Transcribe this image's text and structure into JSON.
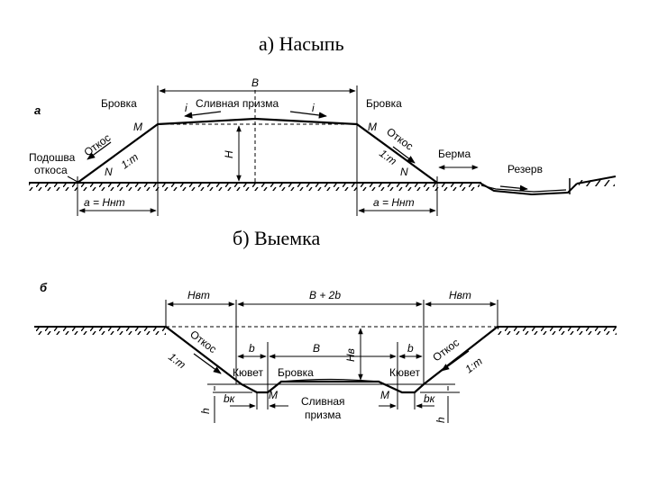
{
  "titles": {
    "embankment": "а) Насыпь",
    "cutting": "б) Выемка"
  },
  "embankment": {
    "fig_letter": "а",
    "top_width": "B",
    "drain_prism": "Сливная призма",
    "slope_sign": "i",
    "crest_left": "Бровка",
    "crest_right": "Бровка",
    "point_m": "M",
    "point_n": "N",
    "slope_left": "Откос",
    "slope_right": "Откос",
    "ratio_left": "1:m",
    "ratio_right": "1:m",
    "height": "H",
    "toe_line1": "Подошва",
    "toe_line2": "откоса",
    "berm": "Берма",
    "borrow_pit": "Резерв",
    "base_left": "a = Hнm",
    "base_right": "a = Hнm"
  },
  "cutting": {
    "fig_letter": "б",
    "top_left": "Hвm",
    "top_mid": "B + 2b",
    "top_right": "Hвm",
    "slope_left": "Откос",
    "slope_right": "Откос",
    "ratio_left": "1:m",
    "ratio_right": "1:m",
    "b_left": "b",
    "b_right": "b",
    "width_b": "B",
    "depth": "Hв",
    "ditch_left": "Кювет",
    "ditch_right": "Кювет",
    "crest": "Бровка",
    "point_m_left": "M",
    "point_m_right": "M",
    "bk_left": "bк",
    "bk_right": "bк",
    "h_left": "h",
    "h_right": "h",
    "drain_prism_line1": "Сливная",
    "drain_prism_line2": "призма"
  }
}
